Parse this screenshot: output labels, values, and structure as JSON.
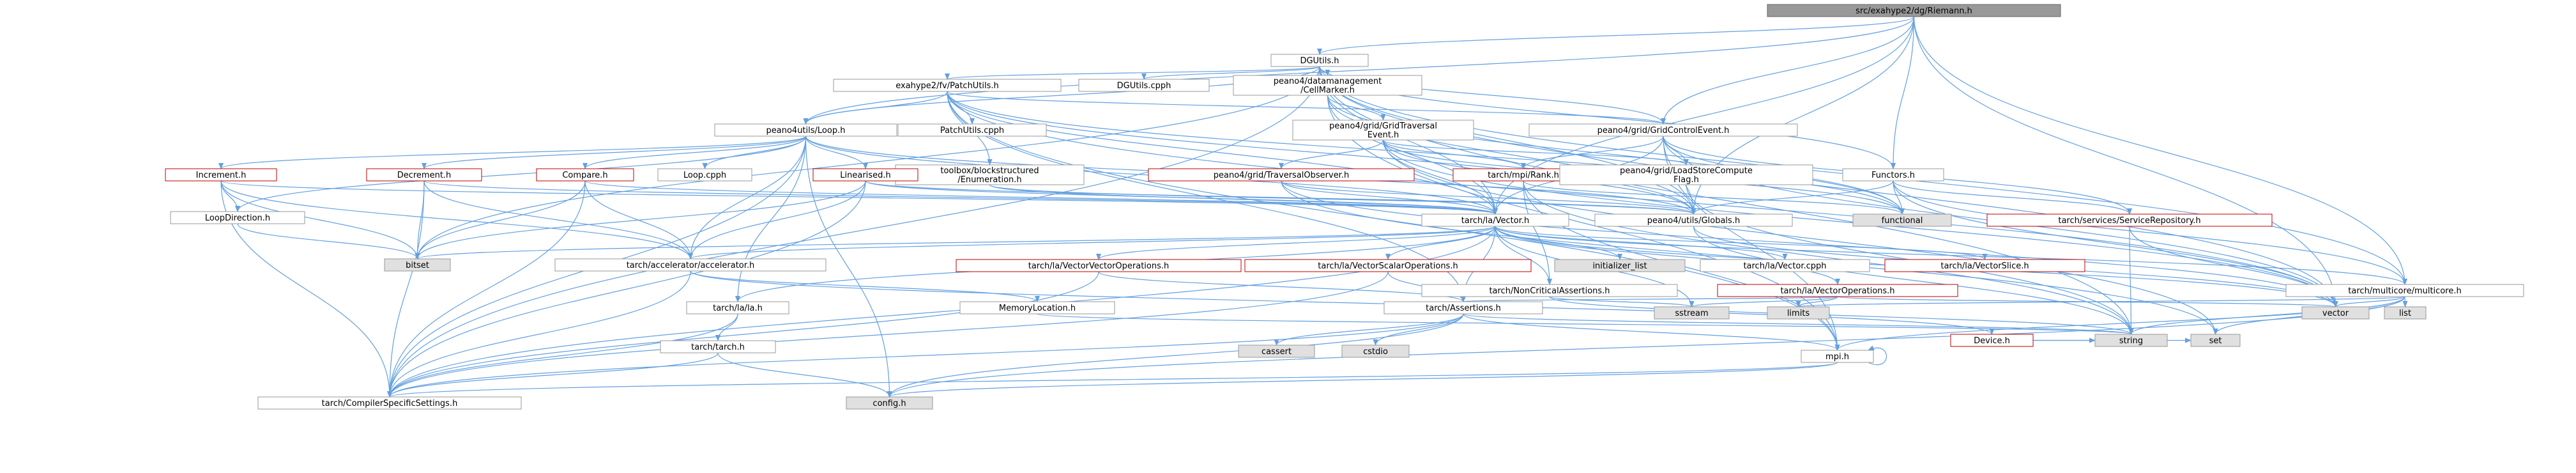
{
  "colors": {
    "edge": "#63a0e0",
    "fill_plain": "#ffffff",
    "stroke_plain": "#999999",
    "fill_root": "#999999",
    "stroke_root": "#666666",
    "fill_external": "#e0e0e0",
    "stroke_external": "#999999",
    "fill_red": "#ffffff",
    "stroke_red": "#bf0000",
    "text_red": "#bf0000"
  },
  "nodes": [
    {
      "id": "root",
      "label": "src/exahype2/dg/Riemann.h",
      "kind": "root"
    },
    {
      "id": "dgutils",
      "label": "DGUtils.h",
      "kind": "plain"
    },
    {
      "id": "dgutilscpph",
      "label": "DGUtils.cpph",
      "kind": "plain"
    },
    {
      "id": "patchutils",
      "label": "exahype2/fv/PatchUtils.h",
      "kind": "plain"
    },
    {
      "id": "cellmarker",
      "label": [
        "peano4/datamanagement",
        "/CellMarker.h"
      ],
      "kind": "plain"
    },
    {
      "id": "peanoloop",
      "label": "peano4utils/Loop.h",
      "kind": "plain"
    },
    {
      "id": "patchutilscpph",
      "label": "PatchUtils.cpph",
      "kind": "plain"
    },
    {
      "id": "gridtraversal",
      "label": [
        "peano4/grid/GridTraversal",
        "Event.h"
      ],
      "kind": "plain"
    },
    {
      "id": "gridcontrol",
      "label": "peano4/grid/GridControlEvent.h",
      "kind": "plain"
    },
    {
      "id": "blockenum",
      "label": [
        "toolbox/blockstructured",
        "/Enumeration.h"
      ],
      "kind": "plain"
    },
    {
      "id": "increment",
      "label": "Increment.h",
      "kind": "red"
    },
    {
      "id": "decrement",
      "label": "Decrement.h",
      "kind": "red"
    },
    {
      "id": "compare",
      "label": "Compare.h",
      "kind": "red"
    },
    {
      "id": "loopcpph",
      "label": "Loop.cpph",
      "kind": "plain"
    },
    {
      "id": "linearised",
      "label": "Linearised.h",
      "kind": "red"
    },
    {
      "id": "traversalobs",
      "label": "peano4/grid/TraversalObserver.h",
      "kind": "red"
    },
    {
      "id": "rank",
      "label": "tarch/mpi/Rank.h",
      "kind": "red"
    },
    {
      "id": "loadstore",
      "label": [
        "peano4/grid/LoadStoreCompute",
        "Flag.h"
      ],
      "kind": "plain"
    },
    {
      "id": "functors",
      "label": "Functors.h",
      "kind": "plain"
    },
    {
      "id": "loopdir",
      "label": "LoopDirection.h",
      "kind": "plain"
    },
    {
      "id": "vectorh",
      "label": "tarch/la/Vector.h",
      "kind": "plain"
    },
    {
      "id": "globals",
      "label": "peano4/utils/Globals.h",
      "kind": "plain"
    },
    {
      "id": "functional",
      "label": "functional",
      "kind": "external"
    },
    {
      "id": "servicerepo",
      "label": "tarch/services/ServiceRepository.h",
      "kind": "red"
    },
    {
      "id": "bitset",
      "label": "bitset",
      "kind": "external"
    },
    {
      "id": "accel",
      "label": "tarch/accelerator/accelerator.h",
      "kind": "plain"
    },
    {
      "id": "vvops",
      "label": "tarch/la/VectorVectorOperations.h",
      "kind": "red"
    },
    {
      "id": "vsops",
      "label": "tarch/la/VectorScalarOperations.h",
      "kind": "red"
    },
    {
      "id": "initlist",
      "label": "initializer_list",
      "kind": "external"
    },
    {
      "id": "vectorcpph",
      "label": "tarch/la/Vector.cpph",
      "kind": "plain"
    },
    {
      "id": "vslice",
      "label": "tarch/la/VectorSlice.h",
      "kind": "red"
    },
    {
      "id": "noncrit",
      "label": "tarch/NonCriticalAssertions.h",
      "kind": "plain"
    },
    {
      "id": "vops",
      "label": "tarch/la/VectorOperations.h",
      "kind": "red"
    },
    {
      "id": "multicore",
      "label": "tarch/multicore/multicore.h",
      "kind": "plain"
    },
    {
      "id": "lah",
      "label": "tarch/la/la.h",
      "kind": "plain"
    },
    {
      "id": "memloc",
      "label": "MemoryLocation.h",
      "kind": "plain"
    },
    {
      "id": "assertions",
      "label": "tarch/Assertions.h",
      "kind": "plain"
    },
    {
      "id": "sstream",
      "label": "sstream",
      "kind": "external"
    },
    {
      "id": "limits",
      "label": "limits",
      "kind": "external"
    },
    {
      "id": "stdvector",
      "label": "vector",
      "kind": "external"
    },
    {
      "id": "list",
      "label": "list",
      "kind": "external"
    },
    {
      "id": "device",
      "label": "Device.h",
      "kind": "red"
    },
    {
      "id": "string",
      "label": "string",
      "kind": "external"
    },
    {
      "id": "set",
      "label": "set",
      "kind": "external"
    },
    {
      "id": "tarchh",
      "label": "tarch/tarch.h",
      "kind": "plain"
    },
    {
      "id": "cassert",
      "label": "cassert",
      "kind": "external"
    },
    {
      "id": "cstdio",
      "label": "cstdio",
      "kind": "external"
    },
    {
      "id": "mpih",
      "label": "mpi.h",
      "kind": "plain"
    },
    {
      "id": "compiler",
      "label": "tarch/CompilerSpecificSettings.h",
      "kind": "plain"
    },
    {
      "id": "configh",
      "label": "config.h",
      "kind": "external"
    }
  ],
  "edges": [
    [
      "root",
      "dgutils"
    ],
    [
      "root",
      "peanoloop"
    ],
    [
      "root",
      "gridcontrol"
    ],
    [
      "root",
      "functors"
    ],
    [
      "root",
      "vectorh"
    ],
    [
      "root",
      "globals"
    ],
    [
      "root",
      "stdvector"
    ],
    [
      "root",
      "multicore"
    ],
    [
      "dgutils",
      "dgutilscpph"
    ],
    [
      "dgutils",
      "patchutils"
    ],
    [
      "dgutils",
      "cellmarker"
    ],
    [
      "dgutils",
      "peanoloop"
    ],
    [
      "dgutils",
      "gridcontrol"
    ],
    [
      "dgutils",
      "functors"
    ],
    [
      "dgutils",
      "vectorh"
    ],
    [
      "dgutils",
      "globals"
    ],
    [
      "dgutils",
      "stdvector"
    ],
    [
      "dgutils",
      "multicore"
    ],
    [
      "dgutils",
      "string"
    ],
    [
      "dgutils",
      "bitset"
    ],
    [
      "dgutils",
      "compiler"
    ],
    [
      "patchutils",
      "peanoloop"
    ],
    [
      "patchutils",
      "patchutilscpph"
    ],
    [
      "patchutils",
      "blockenum"
    ],
    [
      "patchutils",
      "vectorh"
    ],
    [
      "patchutils",
      "globals"
    ],
    [
      "patchutils",
      "assertions"
    ],
    [
      "patchutils",
      "gridcontrol"
    ],
    [
      "patchutils",
      "stdvector"
    ],
    [
      "patchutils",
      "functional"
    ],
    [
      "patchutils",
      "mpih"
    ],
    [
      "cellmarker",
      "gridtraversal"
    ],
    [
      "cellmarker",
      "vectorh"
    ],
    [
      "cellmarker",
      "globals"
    ],
    [
      "cellmarker",
      "functional"
    ],
    [
      "cellmarker",
      "mpih"
    ],
    [
      "gridtraversal",
      "traversalobs"
    ],
    [
      "gridtraversal",
      "rank"
    ],
    [
      "gridtraversal",
      "loadstore"
    ],
    [
      "gridtraversal",
      "vectorh"
    ],
    [
      "gridtraversal",
      "globals"
    ],
    [
      "gridtraversal",
      "stdvector"
    ],
    [
      "gridtraversal",
      "functional"
    ],
    [
      "gridtraversal",
      "set"
    ],
    [
      "gridcontrol",
      "rank"
    ],
    [
      "gridcontrol",
      "loadstore"
    ],
    [
      "gridcontrol",
      "servicerepo"
    ],
    [
      "gridcontrol",
      "vectorh"
    ],
    [
      "gridcontrol",
      "globals"
    ],
    [
      "gridcontrol",
      "functional"
    ],
    [
      "gridcontrol",
      "stdvector"
    ],
    [
      "gridcontrol",
      "mpih"
    ],
    [
      "peanoloop",
      "increment"
    ],
    [
      "peanoloop",
      "decrement"
    ],
    [
      "peanoloop",
      "compare"
    ],
    [
      "peanoloop",
      "loopcpph"
    ],
    [
      "peanoloop",
      "linearised"
    ],
    [
      "peanoloop",
      "loopdir"
    ],
    [
      "peanoloop",
      "vectorh"
    ],
    [
      "peanoloop",
      "globals"
    ],
    [
      "peanoloop",
      "accel"
    ],
    [
      "peanoloop",
      "lah"
    ],
    [
      "peanoloop",
      "compiler"
    ],
    [
      "peanoloop",
      "configh"
    ],
    [
      "blockenum",
      "vectorh"
    ],
    [
      "blockenum",
      "globals"
    ],
    [
      "increment",
      "loopdir"
    ],
    [
      "increment",
      "vectorh"
    ],
    [
      "increment",
      "accel"
    ],
    [
      "increment",
      "bitset"
    ],
    [
      "increment",
      "compiler"
    ],
    [
      "decrement",
      "vectorh"
    ],
    [
      "decrement",
      "accel"
    ],
    [
      "decrement",
      "bitset"
    ],
    [
      "decrement",
      "compiler"
    ],
    [
      "compare",
      "vectorh"
    ],
    [
      "compare",
      "accel"
    ],
    [
      "compare",
      "bitset"
    ],
    [
      "compare",
      "compiler"
    ],
    [
      "linearised",
      "vectorh"
    ],
    [
      "linearised",
      "globals"
    ],
    [
      "linearised",
      "accel"
    ],
    [
      "linearised",
      "bitset"
    ],
    [
      "linearised",
      "compiler"
    ],
    [
      "traversalobs",
      "vectorh"
    ],
    [
      "traversalobs",
      "globals"
    ],
    [
      "traversalobs",
      "stdvector"
    ],
    [
      "traversalobs",
      "set"
    ],
    [
      "rank",
      "functional"
    ],
    [
      "rank",
      "noncrit"
    ],
    [
      "rank",
      "mpih"
    ],
    [
      "rank",
      "string"
    ],
    [
      "loadstore",
      "string"
    ],
    [
      "functors",
      "globals"
    ],
    [
      "functors",
      "functional"
    ],
    [
      "functors",
      "servicerepo"
    ],
    [
      "functors",
      "multicore"
    ],
    [
      "functors",
      "stdvector"
    ],
    [
      "loopdir",
      "bitset"
    ],
    [
      "vectorh",
      "bitset"
    ],
    [
      "vectorh",
      "accel"
    ],
    [
      "vectorh",
      "vvops"
    ],
    [
      "vectorh",
      "vsops"
    ],
    [
      "vectorh",
      "initlist"
    ],
    [
      "vectorh",
      "vectorcpph"
    ],
    [
      "vectorh",
      "vslice"
    ],
    [
      "vectorh",
      "noncrit"
    ],
    [
      "vectorh",
      "vops"
    ],
    [
      "vectorh",
      "multicore"
    ],
    [
      "vectorh",
      "lah"
    ],
    [
      "vectorh",
      "assertions"
    ],
    [
      "vectorh",
      "sstream"
    ],
    [
      "vectorh",
      "stdvector"
    ],
    [
      "vectorh",
      "compiler"
    ],
    [
      "globals",
      "stdvector"
    ],
    [
      "globals",
      "string"
    ],
    [
      "servicerepo",
      "stdvector"
    ],
    [
      "servicerepo",
      "string"
    ],
    [
      "accel",
      "memloc"
    ],
    [
      "accel",
      "device"
    ],
    [
      "accel",
      "compiler"
    ],
    [
      "vvops",
      "assertions"
    ],
    [
      "vvops",
      "compiler"
    ],
    [
      "vsops",
      "assertions"
    ],
    [
      "vsops",
      "compiler"
    ],
    [
      "noncrit",
      "sstream"
    ],
    [
      "noncrit",
      "string"
    ],
    [
      "vops",
      "assertions"
    ],
    [
      "vops",
      "limits"
    ],
    [
      "vops",
      "sstream"
    ],
    [
      "vops",
      "stdvector"
    ],
    [
      "multicore",
      "configh"
    ],
    [
      "multicore",
      "list"
    ],
    [
      "multicore",
      "stdvector"
    ],
    [
      "multicore",
      "limits"
    ],
    [
      "multicore",
      "set"
    ],
    [
      "multicore",
      "string"
    ],
    [
      "multicore",
      "mpih"
    ],
    [
      "lah",
      "tarchh"
    ],
    [
      "lah",
      "compiler"
    ],
    [
      "memloc",
      "string"
    ],
    [
      "assertions",
      "cassert"
    ],
    [
      "assertions",
      "cstdio"
    ],
    [
      "assertions",
      "configh"
    ],
    [
      "assertions",
      "compiler"
    ],
    [
      "assertions",
      "mpih"
    ],
    [
      "assertions",
      "string"
    ],
    [
      "device",
      "string"
    ],
    [
      "device",
      "set"
    ],
    [
      "tarchh",
      "configh"
    ],
    [
      "tarchh",
      "compiler"
    ],
    [
      "mpih",
      "mpih"
    ],
    [
      "mpih",
      "compiler"
    ],
    [
      "mpih",
      "configh"
    ]
  ]
}
